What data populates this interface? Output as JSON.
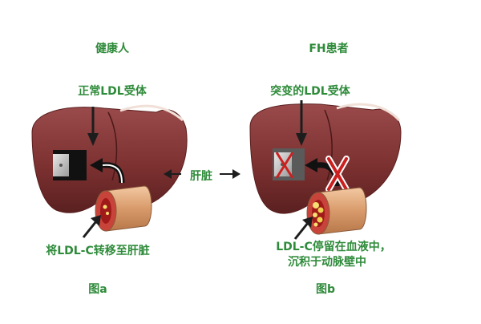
{
  "left": {
    "heading": "健康人",
    "receptor_label": "正常LDL受体",
    "transfer_label": "将LDL-C转移至肝脏",
    "figure_label": "图a"
  },
  "right": {
    "heading": "FH患者",
    "receptor_label": "突变的LDL受体",
    "deposit_label_line1": "LDL-C停留在血液中，",
    "deposit_label_line2": "沉积于动脉壁中",
    "figure_label": "图b"
  },
  "center_label": "肝脏",
  "colors": {
    "heading_green": "#2e8b3a",
    "liver": "#7a2f2f",
    "artery_outer": "#d89a6a",
    "cross_red": "#cc2020",
    "receptor_normal": "#111111",
    "receptor_mutant": "#5a5a5a"
  }
}
